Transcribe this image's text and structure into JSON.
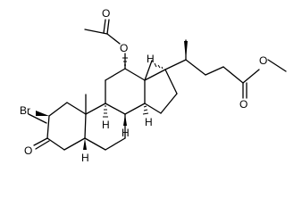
{
  "molecule": {
    "labels": {
      "br": "Br",
      "o_ketone": "O",
      "o_acetoxy": "O",
      "o_acetyl": "O",
      "o_ester_carbonyl": "O",
      "o_ester": "O",
      "h": "H"
    }
  }
}
